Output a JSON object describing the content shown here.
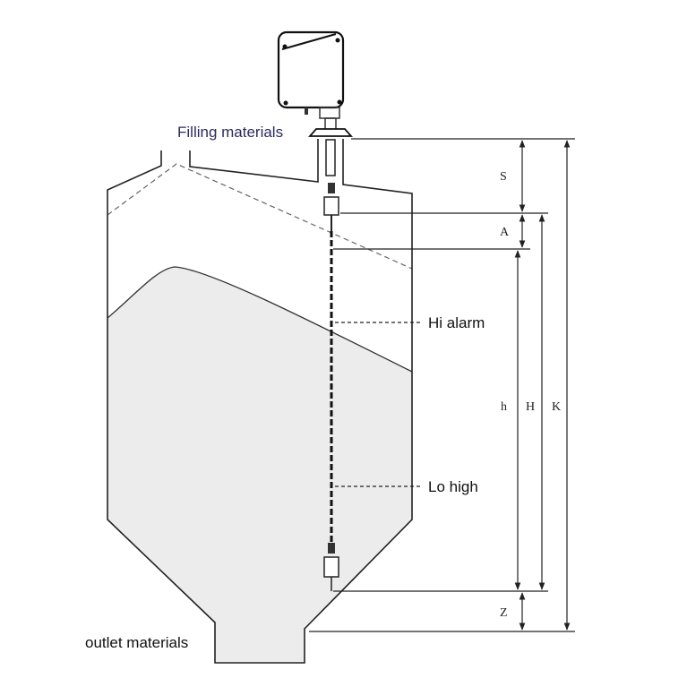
{
  "labels": {
    "filling": "Filling materials",
    "outlet": "outlet materials",
    "hi_alarm": "Hi alarm",
    "lo_high": "Lo high"
  },
  "dimensions": {
    "S": "S",
    "A": "A",
    "h": "h",
    "H": "H",
    "K": "K",
    "Z": "Z"
  },
  "colors": {
    "material": "#ececec",
    "line": "#222222",
    "filling_text": "#2b2b5e"
  }
}
